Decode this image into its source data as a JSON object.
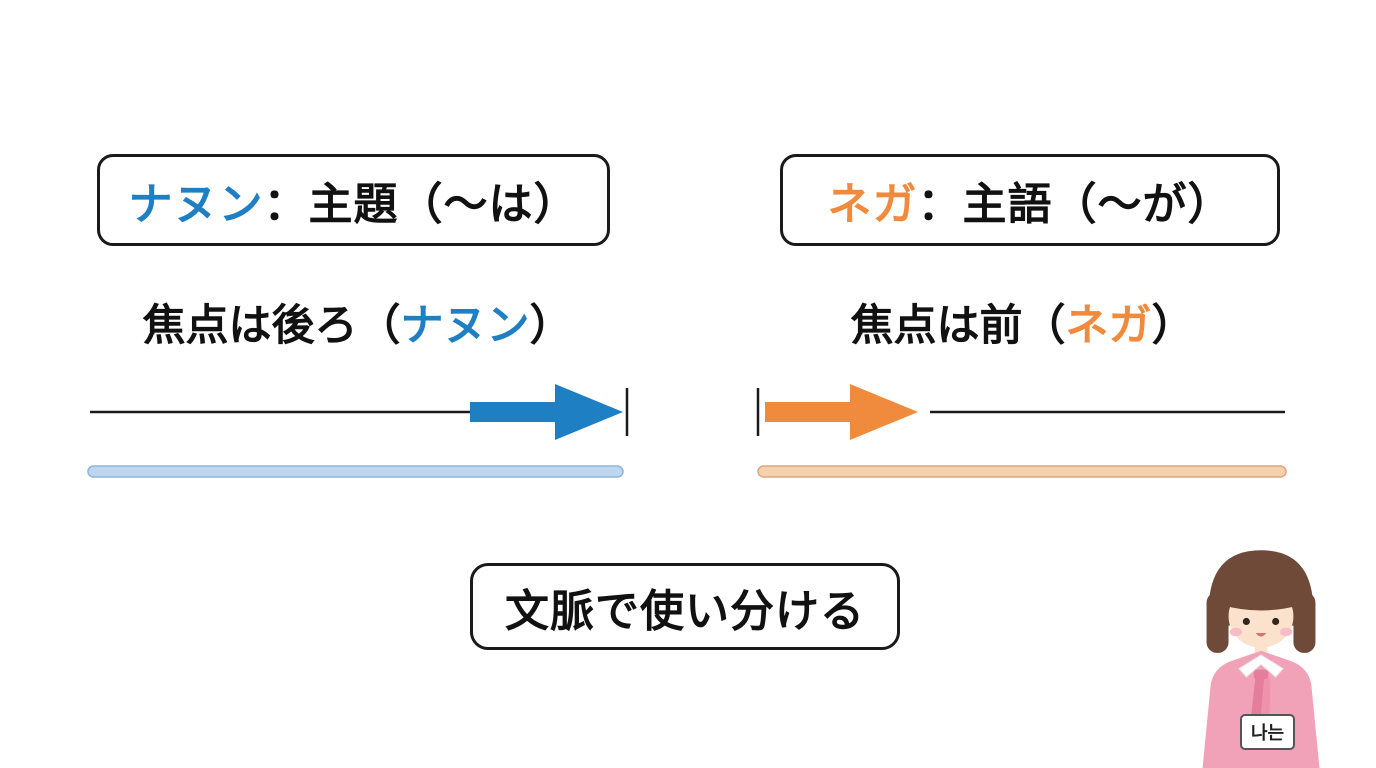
{
  "colors": {
    "accent_blue": "#1e7fc2",
    "accent_orange": "#f08a3d",
    "bar_blue": "#bdd7f0",
    "bar_blue_border": "#8fb5d8",
    "bar_orange": "#f6d0ad",
    "bar_orange_border": "#d9a97f",
    "line_black": "#1a1a1a"
  },
  "left_box": {
    "term": "ナヌン",
    "rest": "：主題（〜は）"
  },
  "right_box": {
    "term": "ネガ",
    "rest": "：主語（〜が）"
  },
  "left_caption": {
    "prefix": "焦点は後ろ（",
    "term": "ナヌン",
    "suffix": "）"
  },
  "right_caption": {
    "prefix": "焦点は前（",
    "term": "ネガ",
    "suffix": "）"
  },
  "bottom_box": {
    "label": "文脈で使い分ける"
  },
  "character": {
    "speech_label": "나는"
  }
}
